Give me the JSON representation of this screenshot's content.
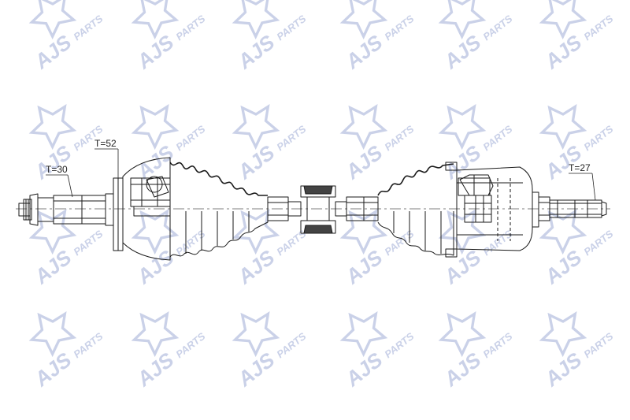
{
  "watermark": {
    "brand": "AJS",
    "suffix": "PARTS",
    "color": "#c5cde6",
    "rows": [
      52,
      192,
      325,
      455
    ],
    "cols": [
      70,
      200,
      328,
      465,
      590,
      718
    ]
  },
  "diagram": {
    "line_color": "#1a1a1a",
    "labels": {
      "t_left": "T=30",
      "t_mid": "T=52",
      "t_right": "T=27"
    }
  }
}
